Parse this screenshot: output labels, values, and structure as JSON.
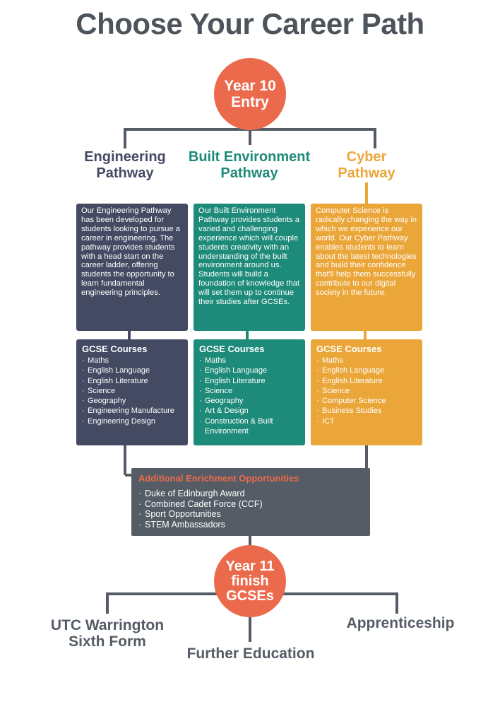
{
  "title": "Choose Your Career Path",
  "entry": {
    "line1": "Year 10",
    "line2": "Entry"
  },
  "pathways": [
    {
      "title_line1": "Engineering",
      "title_line2": "Pathway",
      "description": "Our Engineering Pathway has been developed for students looking to  pursue a career in engineering. The pathway provides students with a head start on the career ladder, offering students the opportunity to learn fundamental engineering principles.",
      "courses_heading": "GCSE Courses",
      "courses": [
        "Maths",
        "English Language",
        "English Literature",
        "Science",
        "Geography",
        "Engineering Manufacture",
        "Engineering Design"
      ]
    },
    {
      "title_line1": "Built Environment",
      "title_line2": "Pathway",
      "description": "Our Built Environment Pathway provides students a varied and challenging experience which will couple students creativity with an understanding of the built environment around us. Students will build a foundation of knowledge that will set them up to continue their studies after GCSEs.",
      "courses_heading": "GCSE Courses",
      "courses": [
        "Maths",
        "English Language",
        "English Literature",
        "Science",
        "Geography",
        "Art & Design",
        "Construction & Built Environment"
      ]
    },
    {
      "title_line1": "Cyber",
      "title_line2": "Pathway",
      "description": "Computer Science is radically changing the way in which we experience our world. Our Cyber Pathway enables students to learn about the latest technologies and build their confidence that'll help them successfully contribute to our digital society in the future.",
      "courses_heading": "GCSE Courses",
      "courses": [
        "Maths",
        "English Language",
        "English Literature",
        "Science",
        "Computer Science",
        "Business Studies",
        "ICT"
      ]
    }
  ],
  "enrichment": {
    "heading": "Additional Enrichment Opportunities",
    "items": [
      "Duke of Edinburgh Award",
      "Combined Cadet Force (CCF)",
      "Sport Opportunities",
      "STEM Ambassadors"
    ]
  },
  "finish": {
    "line1": "Year 11",
    "line2": "finish",
    "line3": "GCSEs"
  },
  "outcomes": {
    "left_line1": "UTC Warrington",
    "left_line2": "Sixth Form",
    "center": "Further Education",
    "right": "Apprenticeship"
  },
  "colors": {
    "engineering": "#434a62",
    "built_environment": "#1e8a7a",
    "cyber": "#eba63a",
    "accent": "#ec6a4c",
    "connector": "#555c65"
  }
}
